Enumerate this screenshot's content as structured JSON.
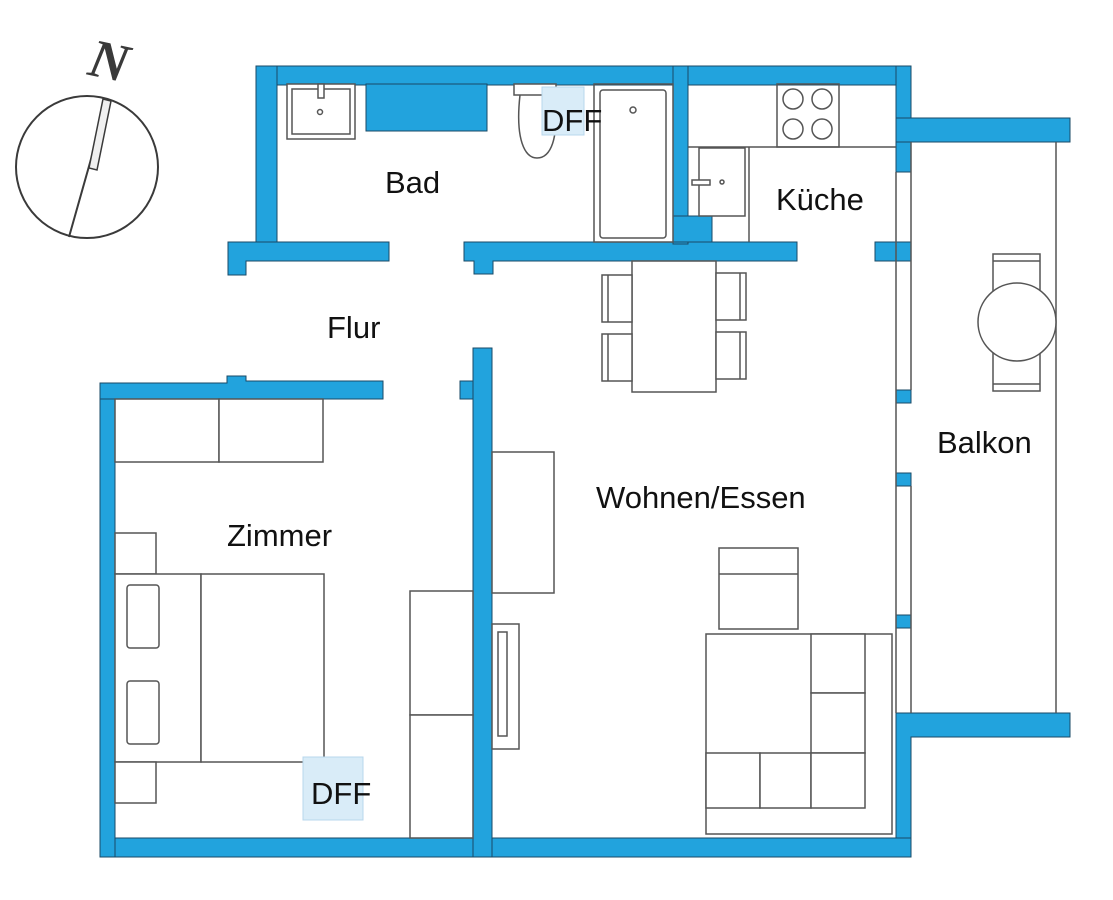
{
  "plan": {
    "wall_color": "#22a3dd",
    "dff_color": "#d9ecf8",
    "compass": {
      "label": "N"
    },
    "rooms": [
      {
        "id": "bad",
        "label": "Bad"
      },
      {
        "id": "kueche",
        "label": "Küche"
      },
      {
        "id": "flur",
        "label": "Flur"
      },
      {
        "id": "zimmer",
        "label": "Zimmer"
      },
      {
        "id": "wohnen",
        "label": "Wohnen/Essen"
      },
      {
        "id": "balkon",
        "label": "Balkon"
      }
    ],
    "markers": [
      {
        "id": "dff-bad",
        "label": "DFF"
      },
      {
        "id": "dff-zimmer",
        "label": "DFF"
      }
    ]
  }
}
